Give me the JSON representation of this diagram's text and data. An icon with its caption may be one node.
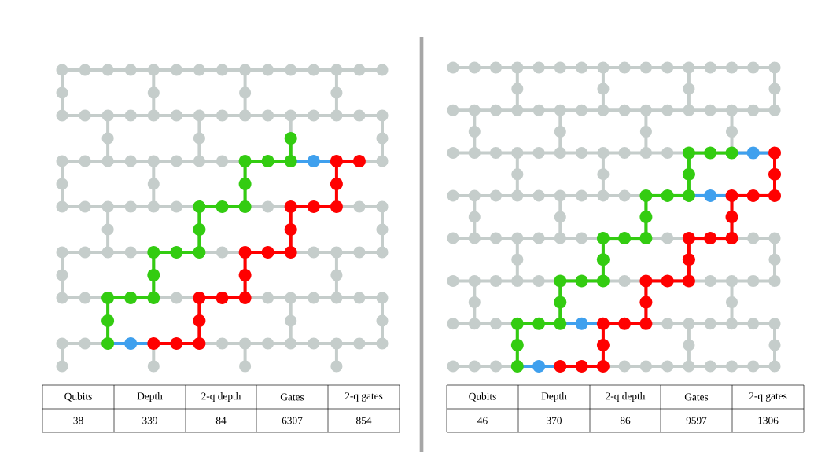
{
  "diagram": {
    "labels": [
      "Qubits",
      "Depth",
      "2-q depth",
      "Gates",
      "2-q gates",
      "38",
      "339",
      "84",
      "6307",
      "854",
      "Qubits",
      "Depth",
      "2-q depth",
      "Gates",
      "2-q gates",
      "46",
      "370",
      "86",
      "9597",
      "1306"
    ]
  }
}
